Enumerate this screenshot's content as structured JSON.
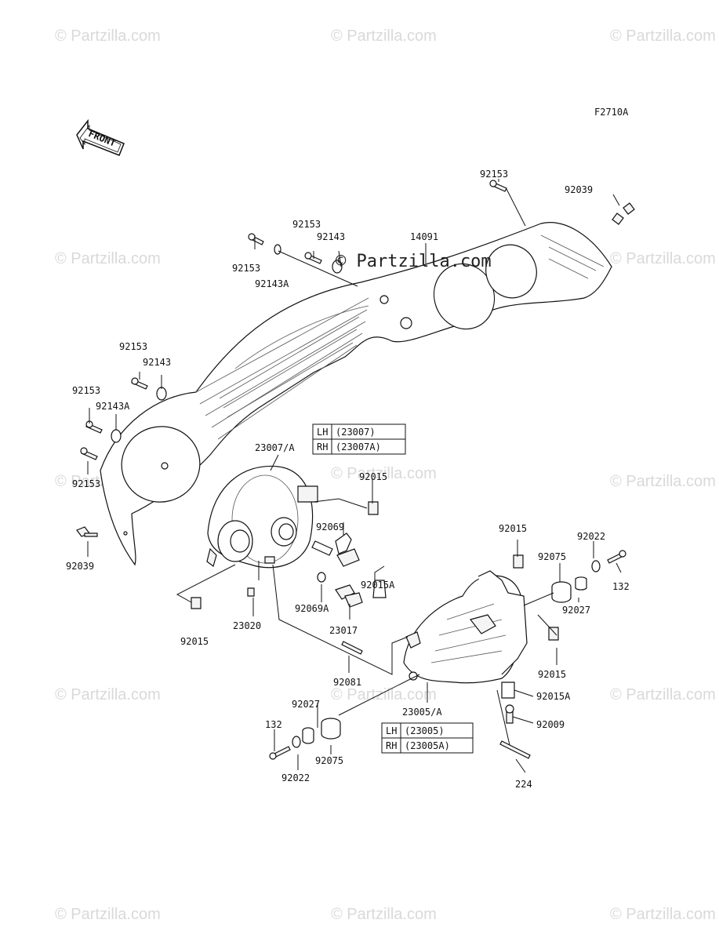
{
  "diagram_code": "F2710A",
  "front_label": "FRONT",
  "watermarks": {
    "text": "© Partzilla.com",
    "center": "© Partzilla.com"
  },
  "labels": {
    "p92153_top": "92153",
    "p92039_top": "92039",
    "p92153_a": "92153",
    "p92143_a": "92143",
    "p14091": "14091",
    "p92153_b": "92153",
    "p92143A_a": "92143A",
    "p92153_c": "92153",
    "p92143_b": "92143",
    "p92153_d": "92153",
    "p92143A_b": "92143A",
    "p92153_e": "92153",
    "p92039_left": "92039",
    "p23007": "23007/A",
    "p92015_a": "92015",
    "p92069": "92069",
    "p92069A": "92069A",
    "p92015A_a": "92015A",
    "p23017": "23017",
    "p23020": "23020",
    "p92015_b": "92015",
    "p92081": "92081",
    "p92015_c": "92015",
    "p92022_a": "92022",
    "p92075_a": "92075",
    "p132_a": "132",
    "p92027_a": "92027",
    "p92015_d": "92015",
    "p92015A_b": "92015A",
    "p92009": "92009",
    "p23005": "23005/A",
    "p92027_b": "92027",
    "p132_b": "132",
    "p92075_b": "92075",
    "p92022_b": "92022",
    "p224": "224"
  },
  "table_23007": {
    "rows": [
      {
        "side": "LH",
        "part": "(23007)"
      },
      {
        "side": "RH",
        "part": "(23007A)"
      }
    ]
  },
  "table_23005": {
    "rows": [
      {
        "side": "LH",
        "part": "(23005)"
      },
      {
        "side": "RH",
        "part": "(23005A)"
      }
    ]
  }
}
